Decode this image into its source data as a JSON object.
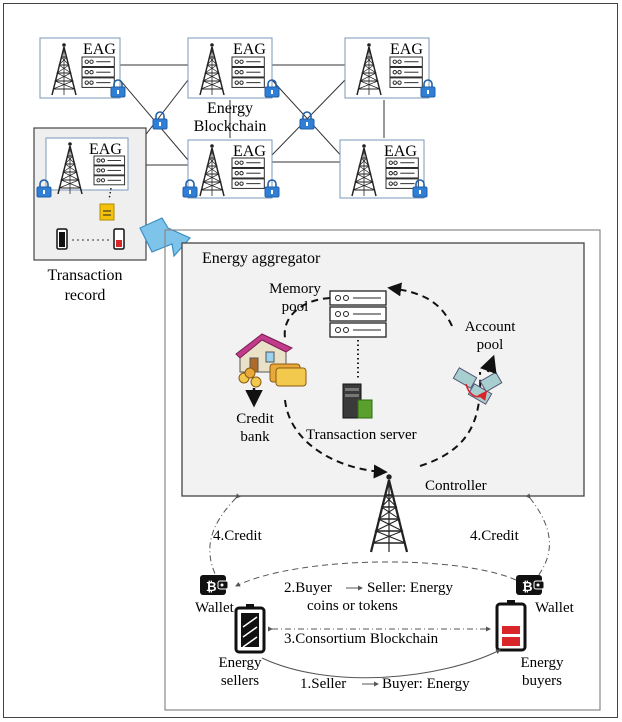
{
  "network": {
    "node_label": "EAG",
    "center_title_line1": "Energy",
    "center_title_line2": "Blockchain"
  },
  "left_node": {
    "caption_line1": "Transaction",
    "caption_line2": "record"
  },
  "aggregator": {
    "title": "Energy aggregator",
    "memory_pool_line1": "Memory",
    "memory_pool_line2": "pool",
    "account_pool_line1": "Account",
    "account_pool_line2": "pool",
    "credit_bank_line1": "Credit",
    "credit_bank_line2": "bank",
    "transaction_server": "Transaction server",
    "controller": "Controller"
  },
  "market": {
    "credit_left": "4.Credit",
    "credit_right": "4.Credit",
    "wallet_left": "Wallet",
    "wallet_right": "Wallet",
    "step2_line1_a": "2.Buyer",
    "step2_line1_b": "Seller: Energy",
    "step2_line2": "coins or tokens",
    "step3": "3.Consortium Blockchain",
    "sellers_line1": "Energy",
    "sellers_line2": "sellers",
    "buyers_line1": "Energy",
    "buyers_line2": "buyers",
    "step1_a": "1.Seller",
    "step1_b": "Buyer: Energy"
  },
  "colors": {
    "lock": "#2f7fd6",
    "arrow_fill": "#7ec3ea",
    "battery_red": "#d9262a",
    "aggregator_bg": "#f2f2f2"
  }
}
